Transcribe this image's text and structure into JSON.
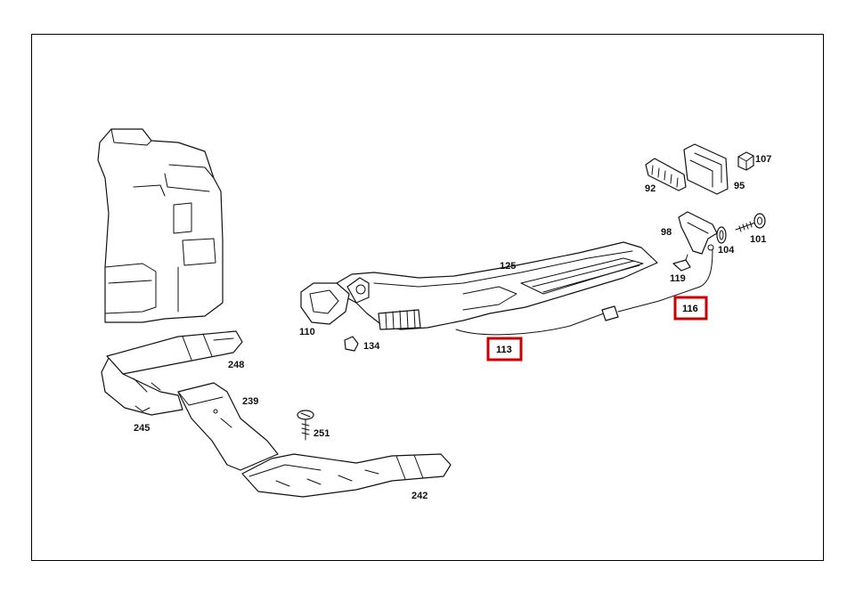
{
  "diagram": {
    "highlight_color": "#cc0000",
    "labels": {
      "p92": "92",
      "p95": "95",
      "p107": "107",
      "p98": "98",
      "p101": "101",
      "p104": "104",
      "p119": "119",
      "p125": "125",
      "p116": "116",
      "p110": "110",
      "p134": "134",
      "p113": "113",
      "p248": "248",
      "p239": "239",
      "p245": "245",
      "p251": "251",
      "p242": "242"
    }
  }
}
